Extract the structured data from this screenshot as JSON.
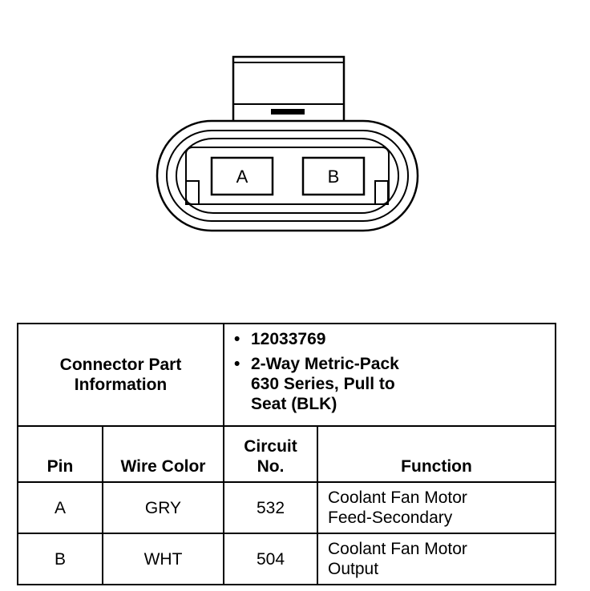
{
  "connector": {
    "pins": [
      "A",
      "B"
    ]
  },
  "table": {
    "info_label": [
      "Connector Part",
      "Information"
    ],
    "part_info": [
      [
        "12033769"
      ],
      [
        "2-Way Metric-Pack",
        "630 Series, Pull to",
        "Seat (BLK)"
      ]
    ],
    "headers": {
      "pin": "Pin",
      "wire_color": "Wire Color",
      "circuit": [
        "Circuit",
        "No."
      ],
      "function": "Function"
    },
    "rows": [
      {
        "pin": "A",
        "wire_color": "GRY",
        "circuit": "532",
        "function": [
          "Coolant Fan Motor",
          "Feed-Secondary"
        ]
      },
      {
        "pin": "B",
        "wire_color": "WHT",
        "circuit": "504",
        "function": [
          "Coolant Fan Motor",
          "Output"
        ]
      }
    ]
  }
}
